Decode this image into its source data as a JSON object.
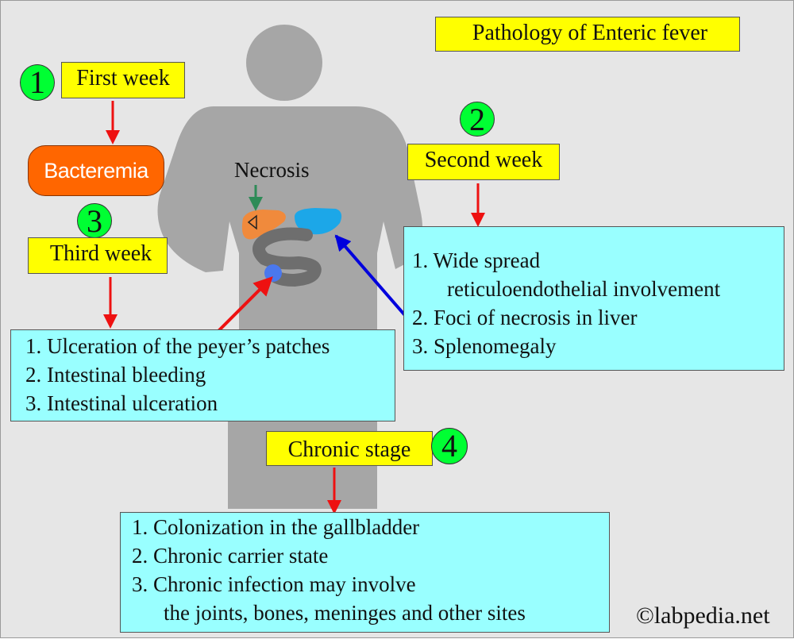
{
  "title": "Pathology of Enteric fever",
  "stages": [
    {
      "number": "1",
      "label": "First week"
    },
    {
      "number": "2",
      "label": "Second week"
    },
    {
      "number": "3",
      "label": "Third week"
    },
    {
      "number": "4",
      "label": "Chronic stage"
    }
  ],
  "bacteremia": "Bacteremia",
  "necrosis_label": "Necrosis",
  "second_week_findings": {
    "item1_line1": "1. Wide spread",
    "item1_line2": "reticuloendothelial involvement",
    "item2": "2. Foci of necrosis in liver",
    "item3": "3. Splenomegaly"
  },
  "third_week_findings": [
    "1. Ulceration of the peyer’s patches",
    "2. Intestinal bleeding",
    "3. Intestinal ulceration"
  ],
  "chronic_findings": {
    "item1": "1. Colonization in the gallbladder",
    "item2": "2. Chronic carrier state",
    "item3_line1": "3. Chronic infection may involve",
    "item3_line2": "the joints, bones, meninges and other sites"
  },
  "copyright": "©labpedia.net",
  "colors": {
    "stage_box": "#ffff00",
    "findings_box": "#99ffff",
    "number_circle": "#00ff33",
    "bacteremia": "#ff6600",
    "body": "#a6a6a6",
    "liver": "#f08a3c",
    "spleen": "#1ca7e8",
    "intestine": "#6e6e6e",
    "peyer_patch": "#4a78ee",
    "red_arrow": "#ee1111",
    "blue_arrow": "#0000dd",
    "green_arrow": "#2e8b57"
  }
}
